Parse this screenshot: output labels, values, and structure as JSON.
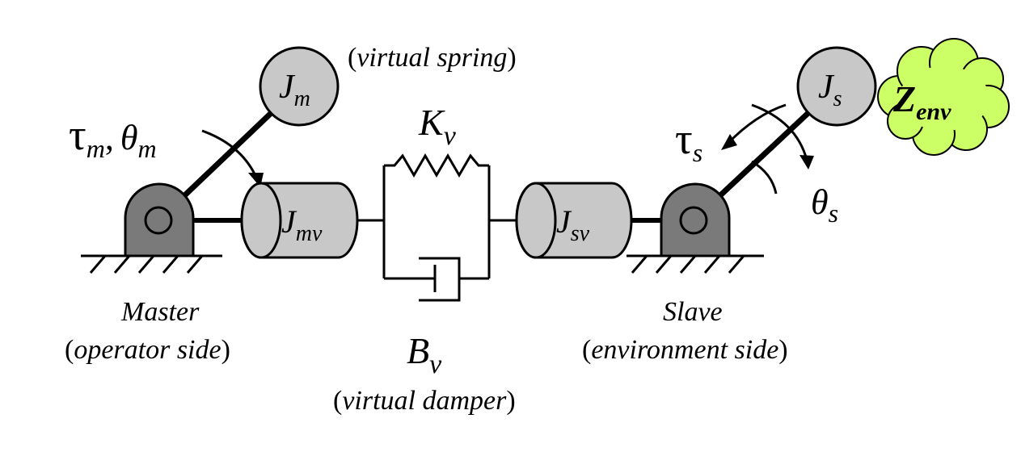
{
  "labels": {
    "virtual_spring_open": "(",
    "virtual_spring_text": "virtual spring",
    "virtual_spring_close": ")",
    "virtual_damper_open": "(",
    "virtual_damper_text": "virtual damper",
    "virtual_damper_close": ")",
    "spring_main": "K",
    "spring_sub": "v",
    "damper_main": "B",
    "damper_sub": "v",
    "master_title": "Master",
    "master_sub_open": "(",
    "master_sub_text": "operator side",
    "master_sub_close": ")",
    "slave_title": "Slave",
    "slave_sub_open": "(",
    "slave_sub_text": "environment side",
    "slave_sub_close": ")",
    "master_tau": "τ",
    "master_tau_sub": "m",
    "master_comma": ",",
    "master_theta": "θ",
    "master_theta_sub": "m",
    "slave_tau": "τ",
    "slave_tau_sub": "s",
    "slave_theta": "θ",
    "slave_theta_sub": "s",
    "jm_main": "J",
    "jm_sub": "m",
    "jmv_main": "J",
    "jmv_sub": "mv",
    "jsv_main": "J",
    "jsv_sub": "sv",
    "js_main": "J",
    "js_sub": "s",
    "zenv_main": "Z",
    "zenv_sub": "env"
  },
  "colors": {
    "base_dark": "#7a7a7a",
    "mass_light": "#c8c8c8",
    "cloud": "#ccff66",
    "line": "#000000"
  }
}
